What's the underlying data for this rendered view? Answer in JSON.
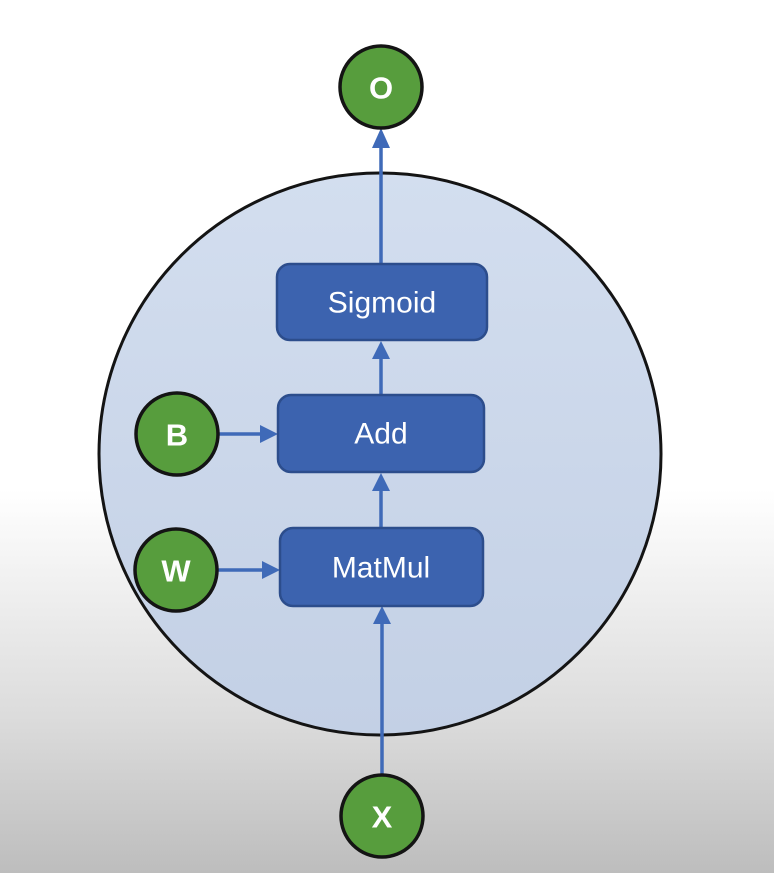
{
  "diagram": {
    "background": {
      "top": "#ffffff",
      "mid": "#dcdcdc",
      "bottom": "#bdbdbd"
    },
    "neuron_body": {
      "fill_top": "#d3deef",
      "fill_bottom": "#c3d0e5",
      "outline": "#141414"
    },
    "palette": {
      "tensor_node_fill": "#579d3d",
      "tensor_node_outline": "#141414",
      "tensor_node_text": "#ffffff",
      "op_box_fill": "#3c63af",
      "op_box_outline": "#2c4d8c",
      "op_box_text": "#ffffff",
      "arrow": "#3f6ab8"
    },
    "nodes": {
      "output": {
        "label": "O"
      },
      "bias": {
        "label": "B"
      },
      "weight": {
        "label": "W"
      },
      "input": {
        "label": "X"
      }
    },
    "ops": {
      "sigmoid": {
        "label": "Sigmoid"
      },
      "add": {
        "label": "Add"
      },
      "matmul": {
        "label": "MatMul"
      }
    }
  }
}
